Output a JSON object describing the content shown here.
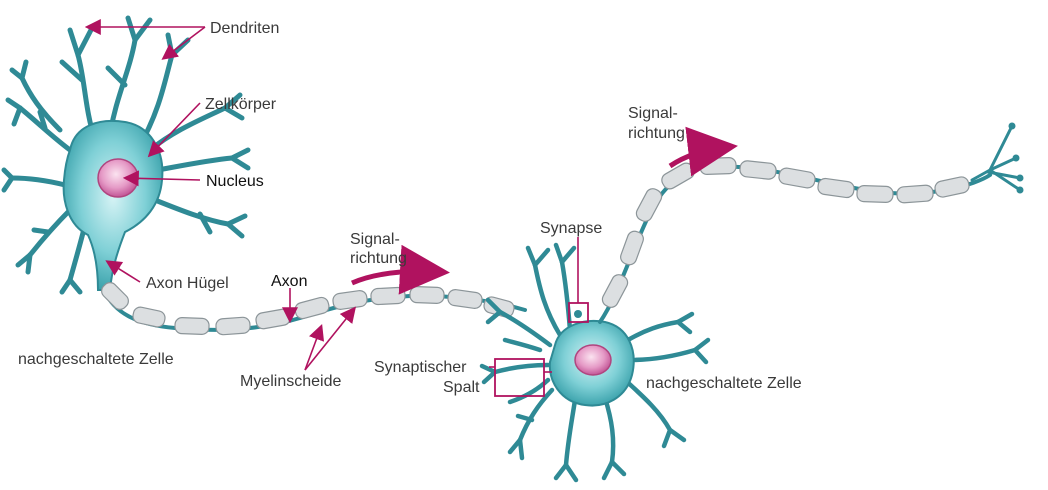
{
  "labels": {
    "dendriten": "Dendriten",
    "zellkoerper": "Zellkörper",
    "nucleus": "Nucleus",
    "axon_huegel": "Axon Hügel",
    "axon": "Axon",
    "nachgeschaltete_left": "nachgeschaltete Zelle",
    "myelinscheide": "Myelinscheide",
    "signal1_line1": "Signal-",
    "signal1_line2": "richtung",
    "synapse": "Synapse",
    "synaptischer_line1": "Synaptischer",
    "synaptischer_line2": "Spalt",
    "nachgeschaltete_right": "nachgeschaltete Zelle",
    "signal2_line1": "Signal-",
    "signal2_line2": "richtung"
  },
  "colors": {
    "cell_body": "#5bbfc6",
    "nucleus": "#e38bbf",
    "pointer": "#b0125f",
    "myelin": "#dcdfe1",
    "axon": "#2f8a95"
  }
}
